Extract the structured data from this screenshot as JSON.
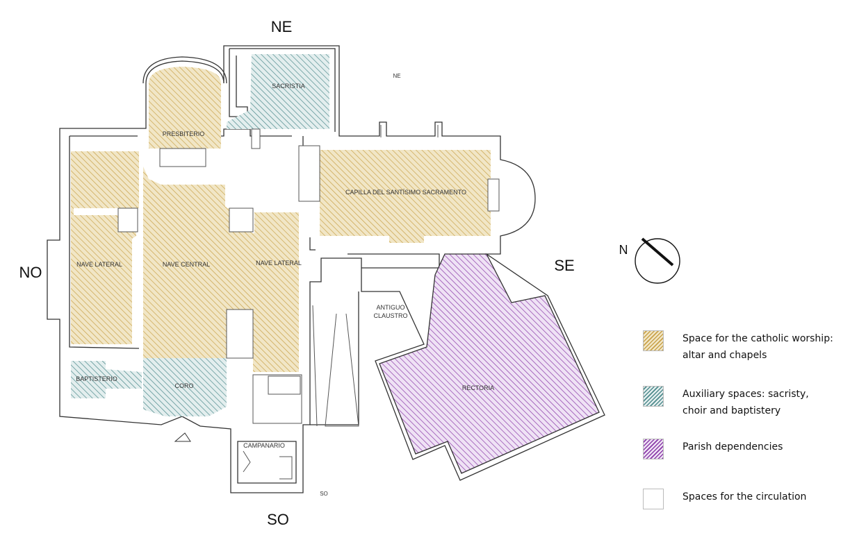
{
  "orientation": {
    "ne": "NE",
    "no": "NO",
    "se": "SE",
    "so": "SO",
    "ne_small": "NE",
    "so_small": "SO",
    "north": "N"
  },
  "rooms": {
    "sacristia": "SACRISTIA",
    "presbiterio": "PRESBITERIO",
    "nave_lateral_left": "NAVE LATERAL",
    "nave_central": "NAVE CENTRAL",
    "nave_lateral_right": "NAVE LATERAL",
    "capilla": "CAPILLA DEL SANTÍSIMO SACRAMENTO",
    "antiguo_claustro_1": "ANTIGUO",
    "antiguo_claustro_2": "CLAUSTRO",
    "baptisterio": "BAPTISTERIO",
    "coro": "CORO",
    "rectoria": "RECTORIA",
    "campanario": "CAMPANARIO"
  },
  "colors": {
    "worship": "#c9a24a",
    "auxiliary": "#4e8a8c",
    "parish": "#8a3aa8",
    "circulation": "#ffffff",
    "wall": "#333333"
  },
  "legend": [
    {
      "category": "worship",
      "text": "Space for the catholic worship:\naltar and chapels"
    },
    {
      "category": "auxiliary",
      "text": "Auxiliary spaces: sacristy,\nchoir and baptistery"
    },
    {
      "category": "parish",
      "text": "Parish dependencies"
    },
    {
      "category": "circulation",
      "text": "Spaces for the circulation"
    }
  ]
}
